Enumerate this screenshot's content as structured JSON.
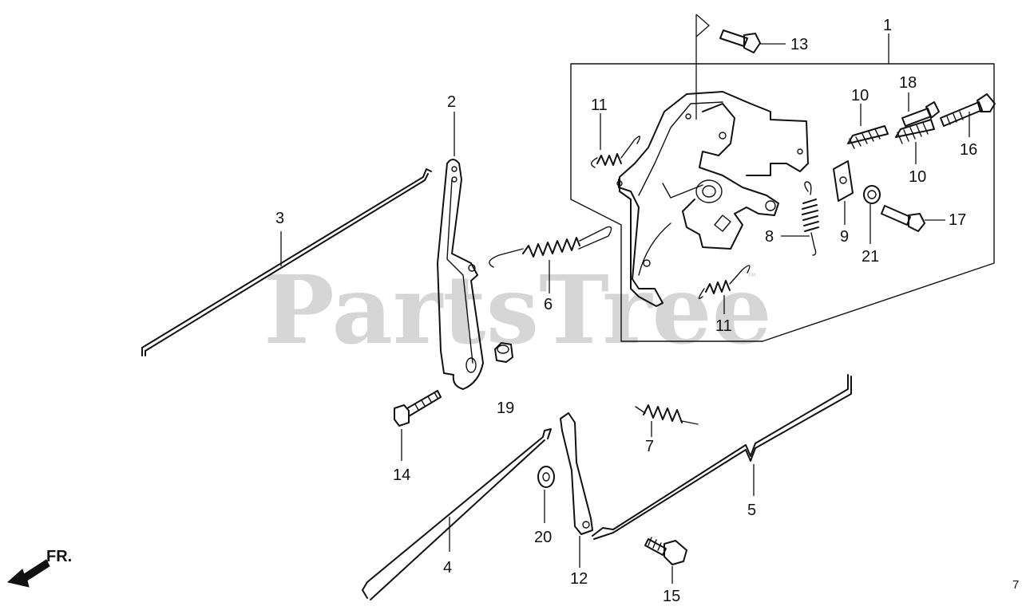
{
  "watermark": {
    "text": "PartsTree",
    "tm": "™"
  },
  "direction": {
    "label": "FR."
  },
  "page_ref": "7",
  "parts": [
    {
      "id": "p1",
      "label": "1"
    },
    {
      "id": "p2",
      "label": "2"
    },
    {
      "id": "p3",
      "label": "3"
    },
    {
      "id": "p4",
      "label": "4"
    },
    {
      "id": "p5",
      "label": "5"
    },
    {
      "id": "p6",
      "label": "6"
    },
    {
      "id": "p7",
      "label": "7"
    },
    {
      "id": "p8",
      "label": "8"
    },
    {
      "id": "p9",
      "label": "9"
    },
    {
      "id": "p10a",
      "label": "10"
    },
    {
      "id": "p10b",
      "label": "10"
    },
    {
      "id": "p11a",
      "label": "11"
    },
    {
      "id": "p11b",
      "label": "11"
    },
    {
      "id": "p12",
      "label": "12"
    },
    {
      "id": "p13",
      "label": "13"
    },
    {
      "id": "p14",
      "label": "14"
    },
    {
      "id": "p15",
      "label": "15"
    },
    {
      "id": "p16",
      "label": "16"
    },
    {
      "id": "p17",
      "label": "17"
    },
    {
      "id": "p18",
      "label": "18"
    },
    {
      "id": "p19",
      "label": "19"
    },
    {
      "id": "p20",
      "label": "20"
    },
    {
      "id": "p21",
      "label": "21"
    }
  ]
}
